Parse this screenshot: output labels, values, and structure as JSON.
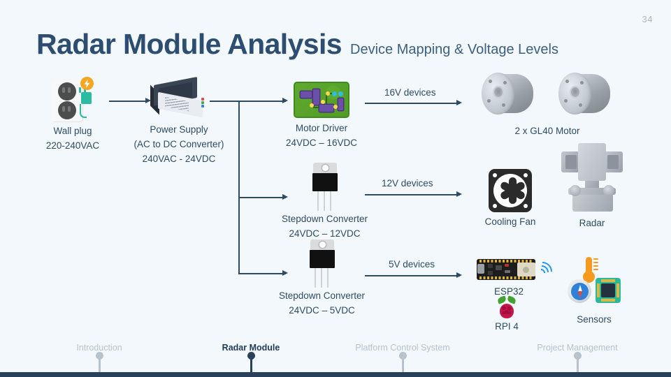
{
  "page": {
    "number": "34",
    "background": "#f2f8fb",
    "accent": "#2d4e70"
  },
  "header": {
    "title": "Radar Module Analysis",
    "subtitle": "Device Mapping & Voltage Levels"
  },
  "diagram": {
    "source": {
      "name": "wall-plug",
      "icon": "wall-plug-icon",
      "label_line1": "Wall plug",
      "label_line2": "220-240VAC"
    },
    "converter": {
      "name": "power-supply",
      "icon": "power-supply-icon",
      "label_line1": "Power Supply",
      "label_line2": "(AC to DC Converter)",
      "label_line3": "240VAC - 24VDC"
    },
    "branches": [
      {
        "id": "branch-16v",
        "regulator": {
          "icon": "pcb-icon",
          "label_line1": "Motor Driver",
          "label_line2": "24VDC – 16VDC"
        },
        "arrow_label": "16V devices",
        "loads_label": "2 x GL40 Motor",
        "loads": [
          "gl40-motor",
          "gl40-motor"
        ]
      },
      {
        "id": "branch-12v",
        "regulator": {
          "icon": "to220-regulator-icon",
          "label_line1": "Stepdown Converter",
          "label_line2": "24VDC – 12VDC"
        },
        "arrow_label": "12V devices",
        "loads": [
          {
            "icon": "cooling-fan-icon",
            "label": "Cooling Fan"
          },
          {
            "icon": "radar-unit-icon",
            "label": "Radar"
          }
        ]
      },
      {
        "id": "branch-5v",
        "regulator": {
          "icon": "to220-regulator-icon",
          "label_line1": "Stepdown Converter",
          "label_line2": "24VDC – 5VDC"
        },
        "arrow_label": "5V devices",
        "loads": [
          {
            "icon": "esp32-board-icon",
            "label": "ESP32"
          },
          {
            "icon": "raspberry-pi-icon",
            "label": "RPI 4"
          },
          {
            "icon": "sensors-icon",
            "label": "Sensors"
          }
        ]
      }
    ]
  },
  "footer_nav": {
    "items": [
      {
        "label": "Introduction",
        "state": "dim"
      },
      {
        "label": "Radar Module",
        "state": "active"
      },
      {
        "label": "Platform Control System",
        "state": "dim"
      },
      {
        "label": "Project Management",
        "state": "dim"
      }
    ]
  }
}
